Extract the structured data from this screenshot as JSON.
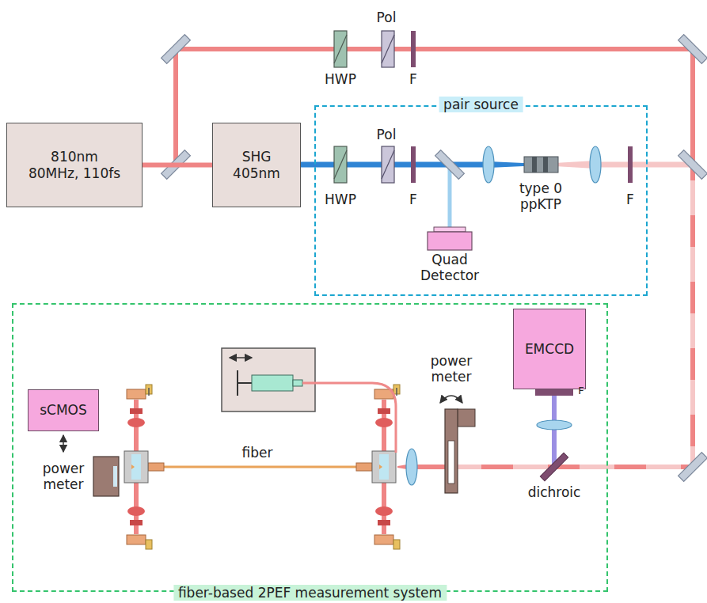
{
  "diagram": {
    "nodes": [
      {
        "text": [
          "810nm 80MHz, 110fs"
        ]
      },
      {
        "text": [
          "SHG 405nm"
        ]
      },
      {
        "text": [
          "pair source"
        ]
      },
      {
        "text": [
          "Quad Detector"
        ],
        "in": 2
      },
      {
        "text": [
          "fiber-based 2PEF measurement system"
        ]
      },
      {
        "text": [
          "EMCCD"
        ],
        "in": 4
      },
      {
        "text": [
          "sCMOS"
        ],
        "in": 4
      },
      {
        "text": [
          "power meter"
        ],
        "in": 4
      },
      {
        "text": [
          "power meter"
        ],
        "in": 4
      }
    ],
    "edges": [
      {
        "from": 0,
        "to": 1,
        "arrow": "none"
      }
    ],
    "labels": [
      "HWP",
      "Pol",
      "F",
      "HWP",
      "Pol",
      "F",
      "type 0 ppKTP",
      "F",
      "fiber",
      "F",
      "dichroic"
    ]
  }
}
